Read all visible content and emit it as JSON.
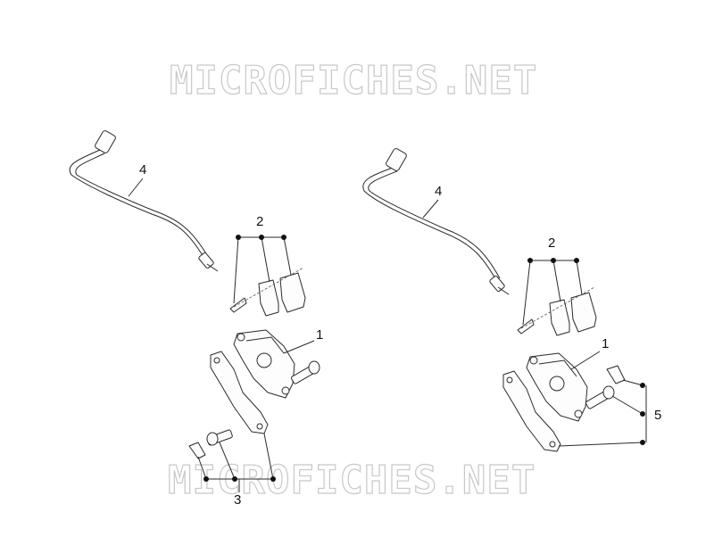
{
  "watermark": {
    "text": "MICROFICHES.NET"
  },
  "left_assembly": {
    "callouts": {
      "cable": "4",
      "pads": "2",
      "caliper": "1",
      "mount_kit": "3"
    }
  },
  "right_assembly": {
    "callouts": {
      "cable": "4",
      "pads": "2",
      "caliper": "1",
      "mount_kit": "5"
    }
  },
  "colors": {
    "line": "#2a2a2a",
    "watermark": "#c8c8c8",
    "background": "#ffffff"
  }
}
